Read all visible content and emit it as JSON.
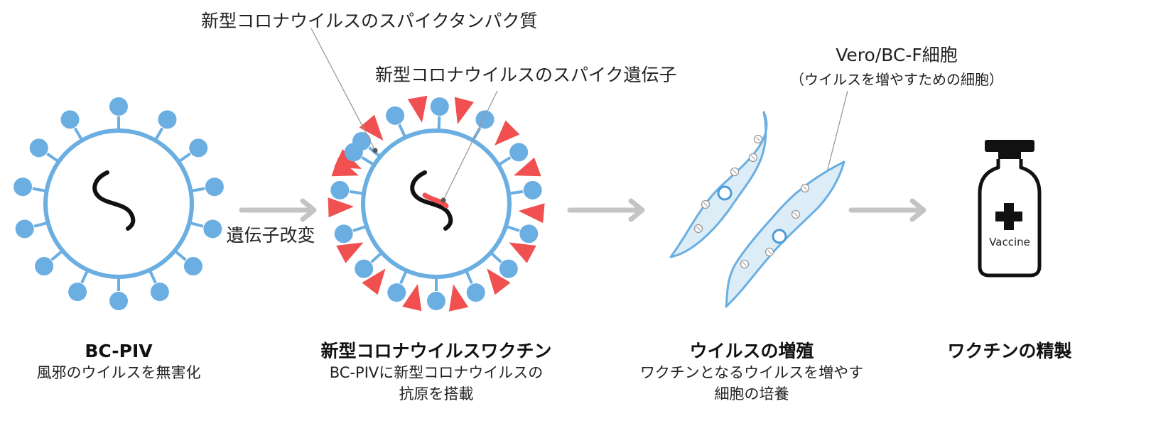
{
  "annotations": {
    "spike_protein": "新型コロナウイルスのスパイクタンパク質",
    "spike_gene": "新型コロナウイルスのスパイク遺伝子",
    "cell_name": "Vero/BC-F細胞",
    "cell_desc": "（ウイルスを増やすための細胞）",
    "arrow_modification": "遺伝子改変"
  },
  "bottle": {
    "label": "Vaccine"
  },
  "steps": [
    {
      "title": "BC-PIV",
      "lines": [
        "風邪のウイルスを無害化"
      ]
    },
    {
      "title": "新型コロナウイルスワクチン",
      "lines": [
        "BC-PIVに新型コロナウイルスの",
        "抗原を搭載"
      ]
    },
    {
      "title": "ウイルスの増殖",
      "lines": [
        "ワクチンとなるウイルスを増やす",
        "細胞の培養"
      ]
    },
    {
      "title": "ワクチンの精製",
      "lines": []
    }
  ],
  "colors": {
    "virus_blue": "#6aaee2",
    "spike_red": "#f05050",
    "cell_fill": "#dcedf8",
    "arrow_gray": "#c4c4c4"
  },
  "icons": [
    "virus-icon",
    "spike-triangle-icon",
    "cell-icon",
    "vaccine-bottle-icon",
    "cross-icon",
    "arrow-icon"
  ]
}
